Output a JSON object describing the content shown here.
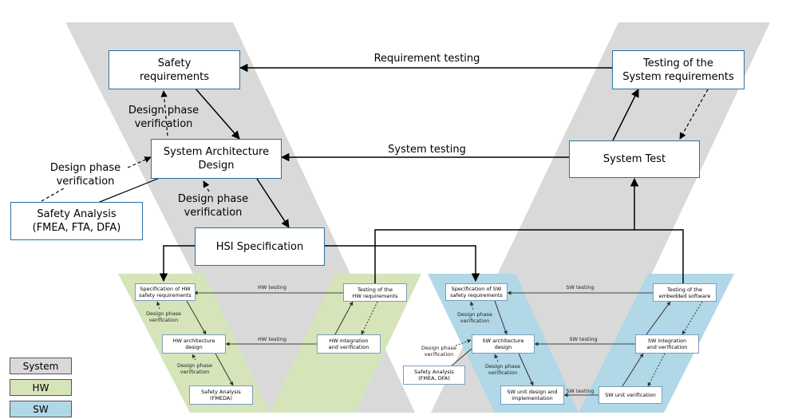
{
  "colors": {
    "system": "#d9d9d9",
    "hw": "#d6e4b9",
    "sw": "#b0d8e6",
    "box_border": "#2e6f9e"
  },
  "system": {
    "safety_requirements": "Safety\nrequirements",
    "system_architecture_design": "System Architecture\nDesign",
    "hsi_specification": "HSI Specification",
    "safety_analysis": "Safety Analysis\n(FMEA, FTA, DFA)",
    "testing_system_requirements": "Testing of the\nSystem requirements",
    "system_test": "System Test",
    "design_phase_verification_1": "Design phase\nverification",
    "design_phase_verification_2": "Design phase\nverification",
    "design_phase_verification_3": "Design phase\nverification",
    "requirement_testing": "Requirement testing",
    "system_testing": "System testing"
  },
  "hw": {
    "spec_hw_safety_requirements": "Specification of HW\nsafety requirements",
    "hw_architecture_design": "HW architecture\ndesign",
    "safety_analysis_fmeda": "Safety Analysis\n(FMEDA)",
    "testing_hw_requirements": "Testing of the\nHW requirements",
    "hw_integration_verification": "HW integration\nand verification",
    "design_phase_verification_1": "Design phase\nverification",
    "design_phase_verification_2": "Design phase\nverification",
    "hw_testing_1": "HW testing",
    "hw_testing_2": "HW testing"
  },
  "sw": {
    "spec_sw_safety_requirements": "Specification of SW\nsafety requirements",
    "sw_architecture_design": "SW architecture\ndesign",
    "safety_analysis_fmea_dfa": "Safety Analysis\n(FMEA, DFA)",
    "sw_unit_design": "SW unit design and\nimplementation",
    "testing_embedded_software": "Testing of the\nembedded software",
    "sw_integration_verification": "SW integration\nand verification",
    "sw_unit_verification": "SW unit verification",
    "design_phase_verification_1": "Design phase\nverification",
    "design_phase_verification_2": "Design phase\nverification",
    "design_phase_verification_3": "Design phase\nverification",
    "sw_testing_1": "SW testing",
    "sw_testing_2": "SW testing",
    "sw_testing_3": "SW testing"
  },
  "legend": {
    "system": "System",
    "hw": "HW",
    "sw": "SW"
  }
}
